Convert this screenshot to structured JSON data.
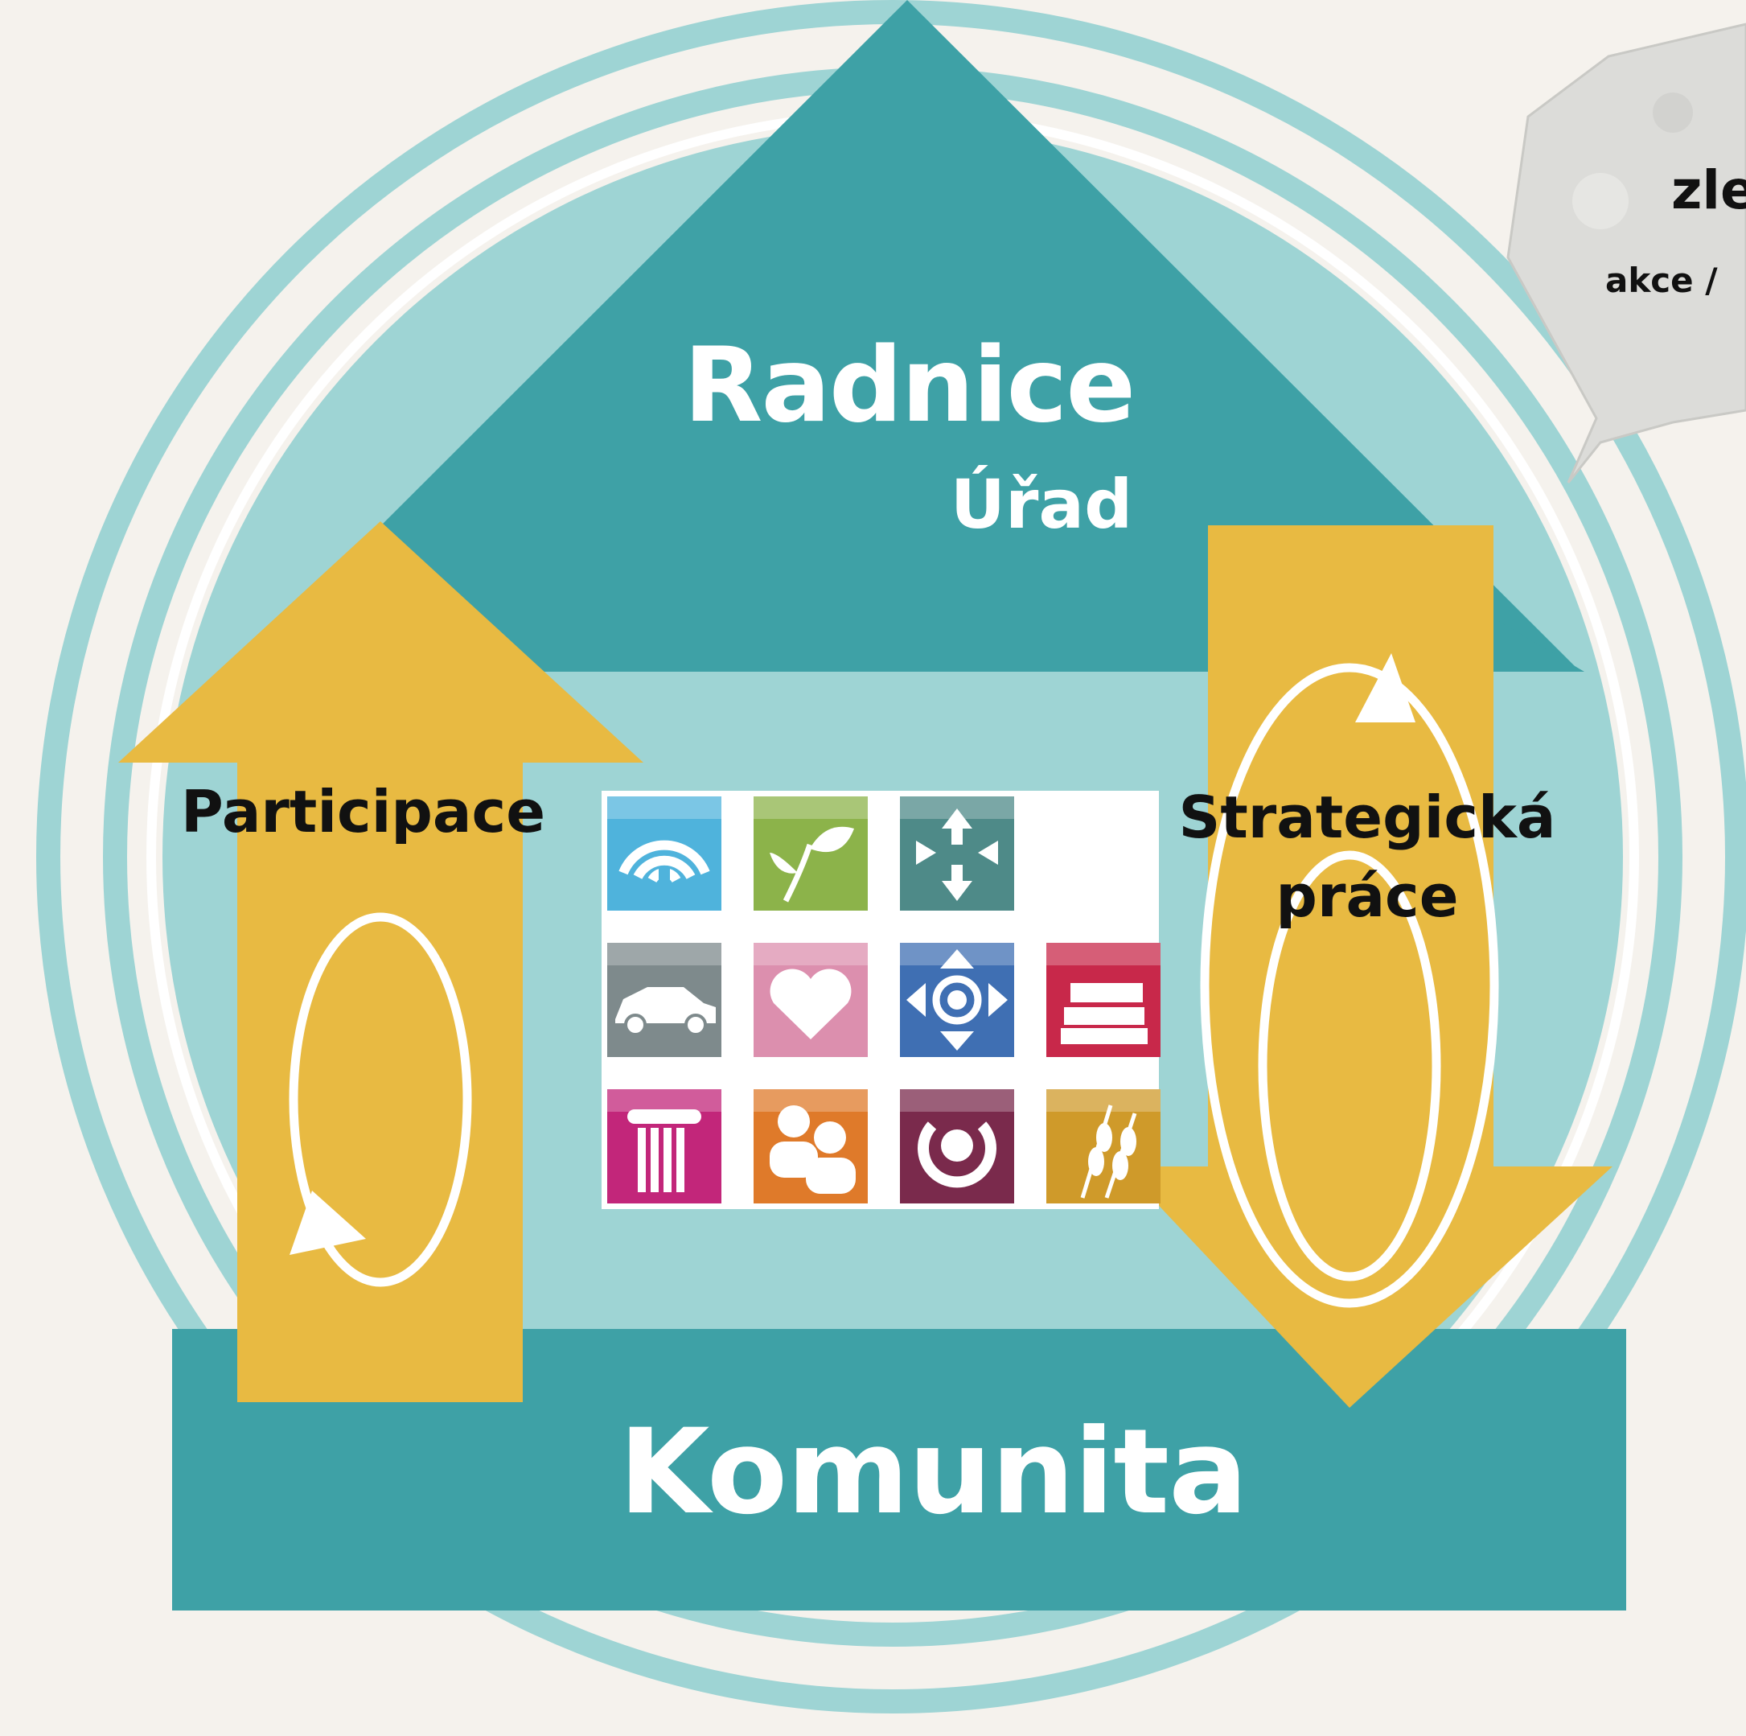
{
  "diagram": {
    "top_title": "Radnice",
    "top_subtitle": "Úřad",
    "bottom_title": "Komunita",
    "left_arrow_label": "Participace",
    "right_arrow_label_line1": "Strategická",
    "right_arrow_label_line2": "práce",
    "bubble_title": "zle",
    "bubble_subtitle": "akce /"
  },
  "colors": {
    "background": "#f5f2ed",
    "teal_dark": "#3ea1a6",
    "teal_light": "#9ed4d4",
    "gold": "#e8ba42",
    "white": "#ffffff",
    "bubble_gray": "#dcdcd9"
  },
  "icon_grid": [
    {
      "name": "wifi-icon",
      "color": "#4fb3dc"
    },
    {
      "name": "leaf-icon",
      "color": "#8cb34a"
    },
    {
      "name": "arrows-inward-icon",
      "color": "#4e8a88"
    },
    {
      "name": "empty",
      "color": ""
    },
    {
      "name": "car-icon",
      "color": "#7e8a8c"
    },
    {
      "name": "heart-icon",
      "color": "#dc8fae"
    },
    {
      "name": "arrows-outward-icon",
      "color": "#3f6fb3"
    },
    {
      "name": "books-icon",
      "color": "#c8284a"
    },
    {
      "name": "column-icon",
      "color": "#c2267a"
    },
    {
      "name": "people-icon",
      "color": "#df7a2a"
    },
    {
      "name": "ring-icon",
      "color": "#7a2a4c"
    },
    {
      "name": "wheat-icon",
      "color": "#cf9a2a"
    }
  ]
}
